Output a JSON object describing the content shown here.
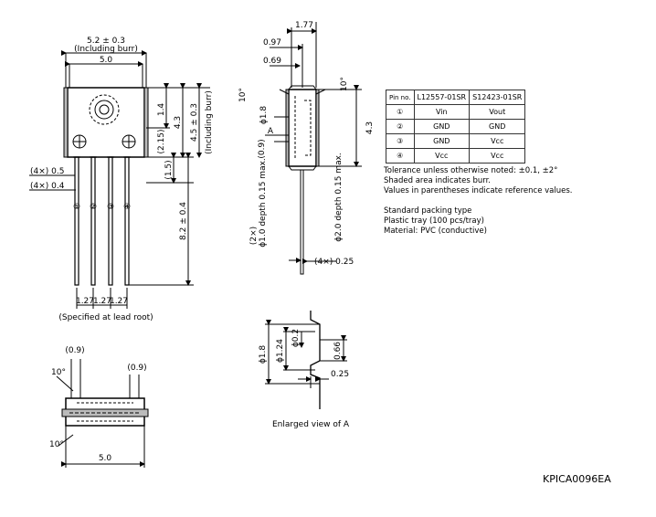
{
  "front_view": {
    "width_burr": "5.2 ± 0.3",
    "including_burr": "(Including burr)",
    "width": "5.0",
    "dim_1_4": "1.4",
    "dim_2_15": "(2.15)",
    "dim_4_3": "4.3",
    "dim_4_5": "4.5 ± 0.3",
    "including_burr_v": "(Including burr)",
    "dim_1_5": "(1.5)",
    "lead_w1": "(4×) 0.5",
    "lead_w2": "(4×) 0.4",
    "lead_len": "8.2 ± 0.4",
    "pitch1": "1.27",
    "pitch2": "1.27",
    "pitch3": "1.27",
    "lead_root": "(Specified at lead root)",
    "pins": [
      "①",
      "②",
      "③",
      "④"
    ]
  },
  "side_view": {
    "dim_1_77": "1.77",
    "dim_0_97": "0.97",
    "dim_0_69": "0.69",
    "angle_left": "10°",
    "angle_right": "10°",
    "dia_1_8": "ϕ1.8",
    "label_a": "A",
    "dim_0_9": "(0.9)",
    "dim_4_3": "4.3",
    "depth_1_0": "(2×)",
    "depth_1_0b": "ϕ1.0 depth 0.15 max.",
    "depth_2_0": "ϕ2.0 depth 0.15 max.",
    "lead_t": "(4×) 0.25"
  },
  "bottom_view": {
    "dim_0_9a": "(0.9)",
    "dim_0_9b": "(0.9)",
    "angle_a": "10°",
    "angle_b": "10°",
    "width": "5.0"
  },
  "enlarged": {
    "dia_1_8": "ϕ1.8",
    "dia_1_24": "ϕ1.24",
    "dia_0_2": "ϕ0.2",
    "dim_0_66": "0.66",
    "dim_0_25": "0.25",
    "caption": "Enlarged view of A"
  },
  "pin_table": {
    "headers": [
      "Pin no.",
      "L12557-01SR",
      "S12423-01SR"
    ],
    "rows": [
      [
        "①",
        "Vin",
        "Vout"
      ],
      [
        "②",
        "GND",
        "GND"
      ],
      [
        "③",
        "GND",
        "Vcc"
      ],
      [
        "④",
        "Vcc",
        "Vcc"
      ]
    ]
  },
  "notes": {
    "line1": "Tolerance unless otherwise noted: ±0.1, ±2°",
    "line2": "Shaded area indicates burr.",
    "line3": "Values in parentheses indicate reference values.",
    "line4": "Standard packing type",
    "line5": "Plastic tray (100 pcs/tray)",
    "line6": "Material: PVC (conductive)"
  },
  "drawing_code": "KPICA0096EA"
}
